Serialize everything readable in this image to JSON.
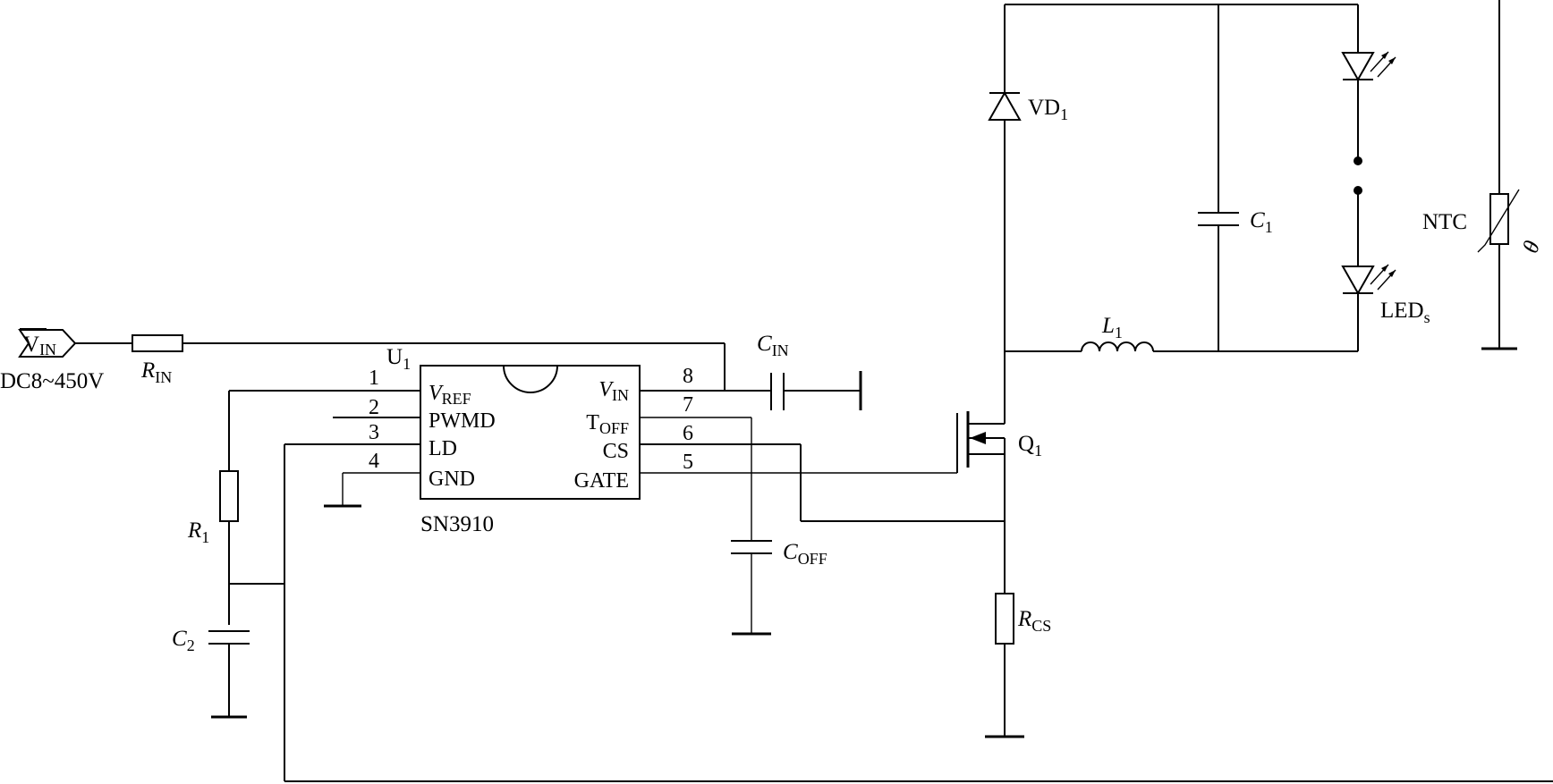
{
  "input": {
    "label": "V",
    "label_sub": "IN",
    "voltage": "DC8~450V"
  },
  "labels": {
    "r_in": {
      "main": "R",
      "sub": "IN"
    },
    "u1": {
      "main": "U",
      "sub": "1"
    },
    "chip": "SN3910",
    "r1": {
      "main": "R",
      "sub": "1"
    },
    "c2": {
      "main": "C",
      "sub": "2"
    },
    "c_in": {
      "main": "C",
      "sub": "IN"
    },
    "c_off": {
      "main": "C",
      "sub": "OFF"
    },
    "vd1": {
      "main": "VD",
      "sub": "1"
    },
    "c1": {
      "main": "C",
      "sub": "1"
    },
    "l1": {
      "main": "L",
      "sub": "1"
    },
    "q1": {
      "main": "Q",
      "sub": "1"
    },
    "r_cs": {
      "main": "R",
      "sub": "CS"
    },
    "leds": {
      "main": "LED",
      "sub": "s"
    },
    "ntc": "NTC",
    "theta": "θ"
  },
  "chip_pins_left": [
    {
      "num": "1",
      "name": "V",
      "name_sub": "REF"
    },
    {
      "num": "2",
      "name": "PWMD"
    },
    {
      "num": "3",
      "name": "LD"
    },
    {
      "num": "4",
      "name": "GND"
    }
  ],
  "chip_pins_right": [
    {
      "num": "8",
      "name": "V",
      "name_sub": "IN"
    },
    {
      "num": "7",
      "name": "T",
      "name_sub": "OFF"
    },
    {
      "num": "6",
      "name": "CS"
    },
    {
      "num": "5",
      "name": "GATE"
    }
  ]
}
